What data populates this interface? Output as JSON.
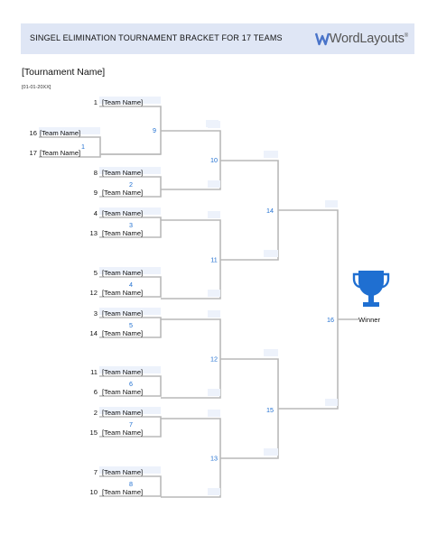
{
  "header": {
    "title": "SINGEL ELIMINATION TOURNAMENT BRACKET FOR 17 TEAMS",
    "logo_text": "WordLayouts",
    "logo_registered": "®"
  },
  "tournament": {
    "name": "[Tournament Name]",
    "date": "[01-01-20XX]"
  },
  "colors": {
    "header_bg": "#dfe6f5",
    "accent": "#1f6fd1",
    "line": "#b9b9b9",
    "slot_bg": "#edf2fb"
  },
  "team_placeholder": "[Team Name]",
  "play_in": {
    "seed_top": "16",
    "seed_bottom": "17",
    "match": "1"
  },
  "first_round": [
    {
      "seed_top": "1",
      "seed_bottom": "",
      "match": ""
    },
    {
      "seed_top": "8",
      "seed_bottom": "9",
      "match": "2"
    },
    {
      "seed_top": "4",
      "seed_bottom": "13",
      "match": "3"
    },
    {
      "seed_top": "5",
      "seed_bottom": "12",
      "match": "4"
    },
    {
      "seed_top": "3",
      "seed_bottom": "14",
      "match": "5"
    },
    {
      "seed_top": "11",
      "seed_bottom": "6",
      "match": "6"
    },
    {
      "seed_top": "2",
      "seed_bottom": "15",
      "match": "7"
    },
    {
      "seed_top": "7",
      "seed_bottom": "10",
      "match": "8"
    }
  ],
  "quarter_matches": [
    "9",
    "10",
    "11",
    "12",
    "13"
  ],
  "semi_matches": [
    "14",
    "15"
  ],
  "final_match": "16",
  "winner_label": "Winner",
  "trophy_icon": "trophy-icon"
}
